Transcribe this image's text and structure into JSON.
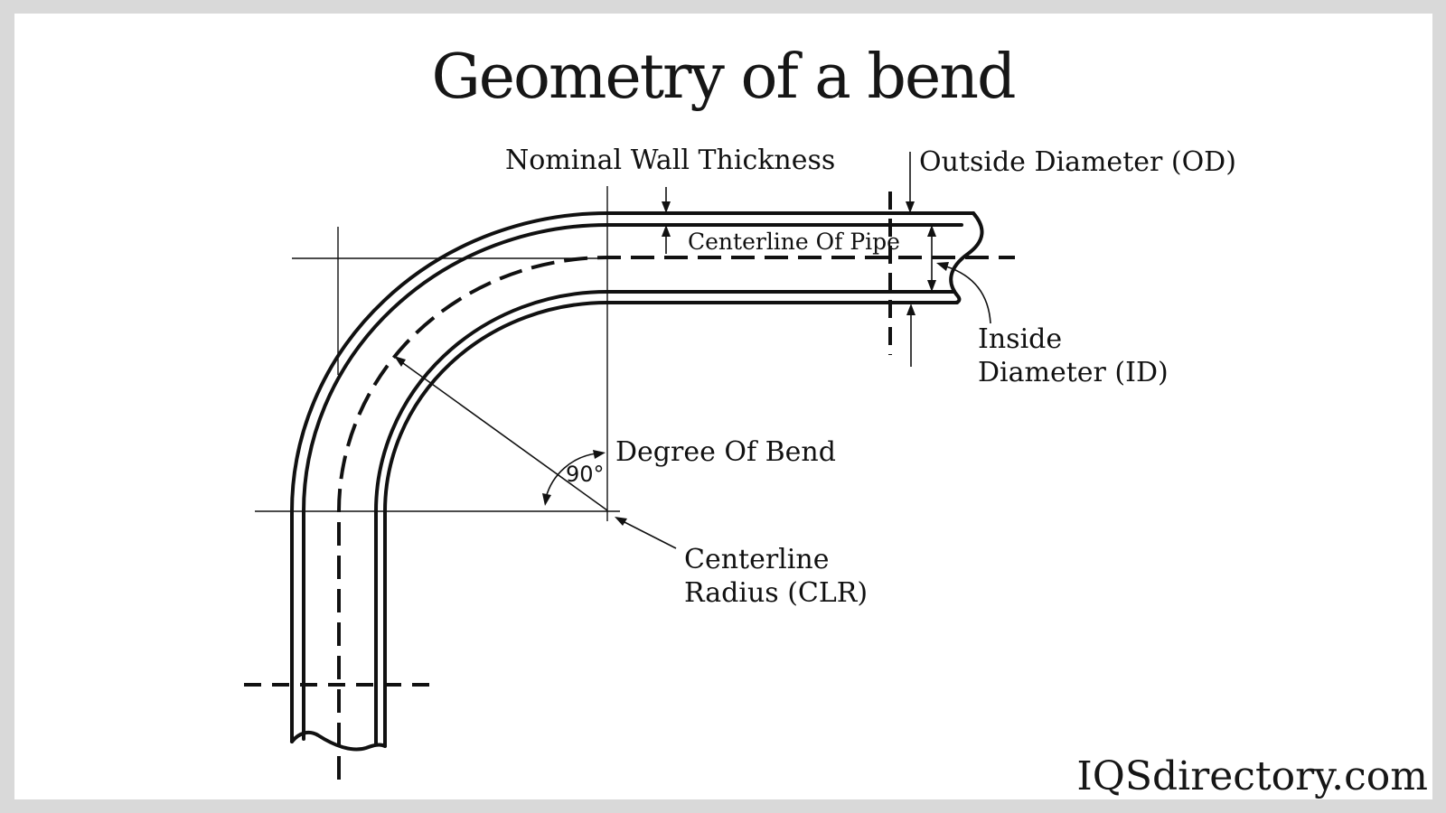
{
  "frame": {
    "background": "#ffffff",
    "border_color": "#d9d9d9"
  },
  "title": "Geometry of a bend",
  "watermark": "IQSdirectory.com",
  "labels": {
    "nominal_wall_thickness": "Nominal Wall Thickness",
    "outside_diameter": "Outside Diameter (OD)",
    "centerline_of_pipe": "Centerline Of Pipe",
    "inside_diameter_line1": "Inside",
    "inside_diameter_line2": "Diameter (ID)",
    "degree_of_bend": "Degree Of Bend",
    "bend_angle": "90°",
    "centerline_radius_line1": "Centerline",
    "centerline_radius_line2": "Radius (CLR)"
  },
  "diagram": {
    "type": "pipe-bend-geometry",
    "bend_angle_degrees": 90,
    "line_color": "#111111"
  }
}
